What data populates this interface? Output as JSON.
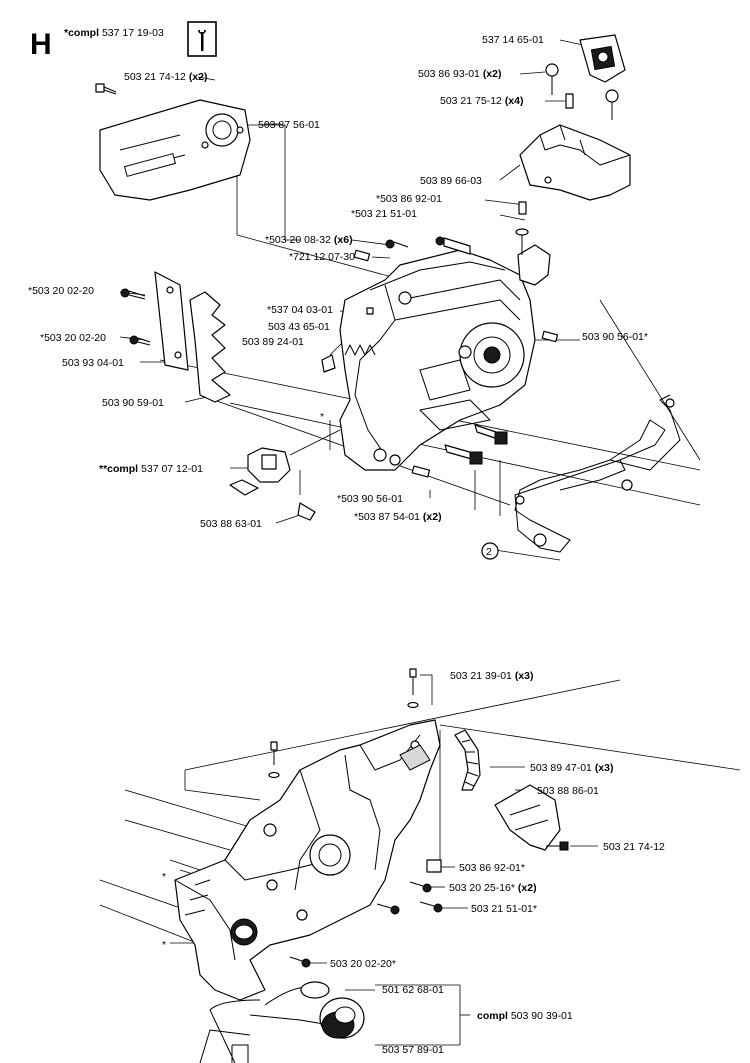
{
  "section_letter": "H",
  "header": {
    "prefix": "*compl",
    "part": "537 17 19-03",
    "tool_icon": "wrench-icon"
  },
  "labels": [
    {
      "id": "l1",
      "prefix": "",
      "part": "537 14 65-01",
      "qty": ""
    },
    {
      "id": "l2",
      "prefix": "",
      "part": "503 86 93-01",
      "qty": "(x2)"
    },
    {
      "id": "l3",
      "prefix": "",
      "part": "503 21 75-12",
      "qty": "(x4)"
    },
    {
      "id": "l4",
      "prefix": "",
      "part": "503 21 74-12",
      "qty": "(x2)"
    },
    {
      "id": "l5",
      "prefix": "",
      "part": "503 87 56-01",
      "qty": ""
    },
    {
      "id": "l6",
      "prefix": "",
      "part": "503 89 66-03",
      "qty": ""
    },
    {
      "id": "l7",
      "prefix": "",
      "part": "*503 86 92-01",
      "qty": ""
    },
    {
      "id": "l8",
      "prefix": "",
      "part": "*503 21 51-01",
      "qty": ""
    },
    {
      "id": "l9",
      "prefix": "",
      "part": "*503 20 08-32",
      "qty": "(x6)"
    },
    {
      "id": "l10",
      "prefix": "",
      "part": "*721 12 07-30",
      "qty": ""
    },
    {
      "id": "l11",
      "prefix": "",
      "part": "*503 20 02-20",
      "qty": ""
    },
    {
      "id": "l12",
      "prefix": "",
      "part": "*537 04 03-01",
      "qty": ""
    },
    {
      "id": "l13",
      "prefix": "",
      "part": "503 43 65-01",
      "qty": ""
    },
    {
      "id": "l14",
      "prefix": "",
      "part": "*503 20 02-20",
      "qty": ""
    },
    {
      "id": "l15",
      "prefix": "",
      "part": "503 89 24-01",
      "qty": ""
    },
    {
      "id": "l16",
      "prefix": "",
      "part": "503 90 56-01*",
      "qty": ""
    },
    {
      "id": "l17",
      "prefix": "",
      "part": "503 93 04-01",
      "qty": ""
    },
    {
      "id": "l18",
      "prefix": "",
      "part": "503 90 59-01",
      "qty": ""
    },
    {
      "id": "l19",
      "prefix": "**compl",
      "part": "537 07 12-01",
      "qty": ""
    },
    {
      "id": "l20",
      "prefix": "",
      "part": "*503 90 56-01",
      "qty": ""
    },
    {
      "id": "l21",
      "prefix": "",
      "part": "*503 87 54-01",
      "qty": "(x2)"
    },
    {
      "id": "l22",
      "prefix": "",
      "part": "503 88 63-01",
      "qty": ""
    },
    {
      "id": "l23",
      "prefix": "",
      "part": "503 21 39-01",
      "qty": "(x3)"
    },
    {
      "id": "l24",
      "prefix": "",
      "part": "503 89 47-01",
      "qty": "(x3)"
    },
    {
      "id": "l25",
      "prefix": "",
      "part": "503 88 86-01",
      "qty": ""
    },
    {
      "id": "l26",
      "prefix": "",
      "part": "503 21 74-12",
      "qty": ""
    },
    {
      "id": "l27",
      "prefix": "",
      "part": "503 86 92-01*",
      "qty": ""
    },
    {
      "id": "l28",
      "prefix": "",
      "part": "503 20 25-16*",
      "qty": "(x2)"
    },
    {
      "id": "l29",
      "prefix": "",
      "part": "503 21 51-01*",
      "qty": ""
    },
    {
      "id": "l30",
      "prefix": "",
      "part": "503 20 02-20*",
      "qty": ""
    },
    {
      "id": "l31",
      "prefix": "",
      "part": "501 62 68-01",
      "qty": ""
    },
    {
      "id": "l32",
      "prefix": "compl",
      "part": "503 90 39-01",
      "qty": ""
    },
    {
      "id": "l33",
      "prefix": "",
      "part": "503 57 89-01",
      "qty": ""
    }
  ],
  "markers": {
    "circled": "2",
    "asterisk": "*"
  }
}
